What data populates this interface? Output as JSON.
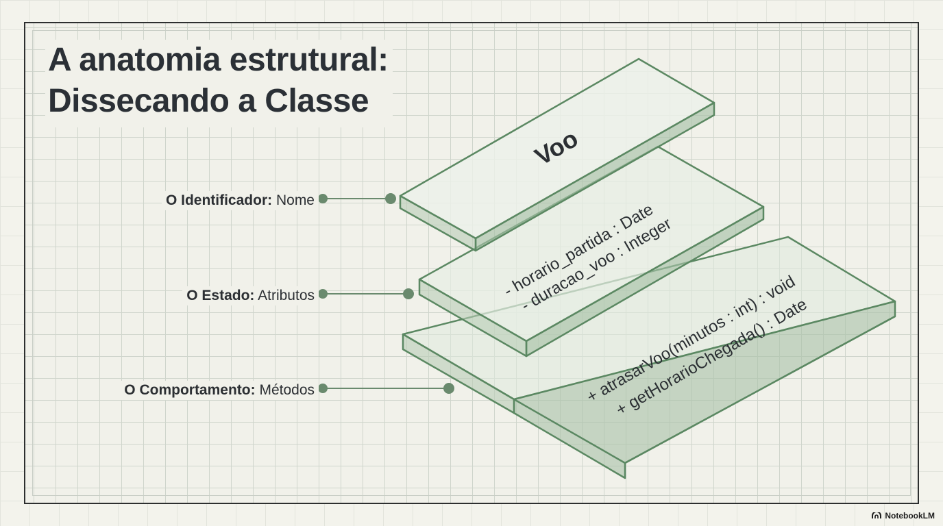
{
  "title": {
    "line1": "A anatomia estrutural:",
    "line2": "Dissecando a Classe"
  },
  "labels": [
    {
      "bold": "O Identificador:",
      "normal": "Nome"
    },
    {
      "bold": "O Estado:",
      "normal": "Atributos"
    },
    {
      "bold": "O Comportamento:",
      "normal": "Métodos"
    }
  ],
  "class_box": {
    "name": "Voo",
    "attributes": [
      "- horario_partida : Date",
      "- duracao_voo : Integer"
    ],
    "methods": [
      "+ atrasarVoo(minutos : int) : void",
      "+ getHorarioChegada() : Date"
    ]
  },
  "colors": {
    "stroke": "#5b8862",
    "connector": "#6a8a6e",
    "glass": "#dfe9dc"
  },
  "footer": {
    "brand": "NotebookLM",
    "icon": "notebooklm-logo-icon"
  }
}
